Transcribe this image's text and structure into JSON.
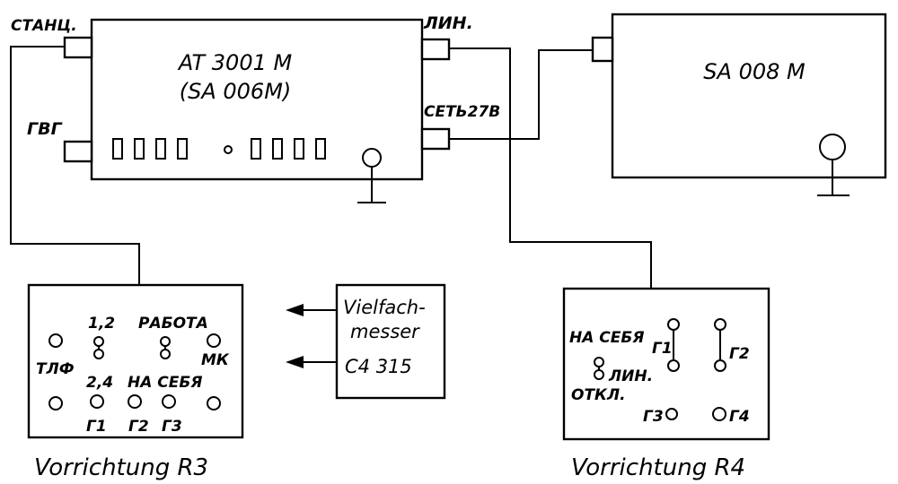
{
  "at3001": {
    "title_line1": "AT 3001 M",
    "title_line2": "(SA 006M)",
    "port_station": "СТАНЦ.",
    "port_gvg": "ГВГ",
    "port_line": "ЛИН.",
    "port_power": "СЕТЬ27В"
  },
  "sa008": {
    "title": "SA 008 M"
  },
  "multimeter": {
    "line1": "Vielfach-",
    "line2": "messer",
    "line3": "C4 315"
  },
  "r3": {
    "caption": "Vorrichtung R3",
    "switch1_top": "1,2",
    "switch1_bottom": "2,4",
    "switch2_top": "РАБОТА",
    "switch2_bottom": "НА СЕБЯ",
    "tlf": "ТЛФ",
    "mk": "МК",
    "g1": "Г1",
    "g2": "Г2",
    "g3": "Г3"
  },
  "r4": {
    "caption": "Vorrichtung R4",
    "switch_top": "НА СЕБЯ",
    "switch_mid": "ЛИН.",
    "switch_bottom": "ОТКЛ.",
    "g1": "Г1",
    "g2": "Г2",
    "g3": "Г3",
    "g4": "Г4"
  }
}
